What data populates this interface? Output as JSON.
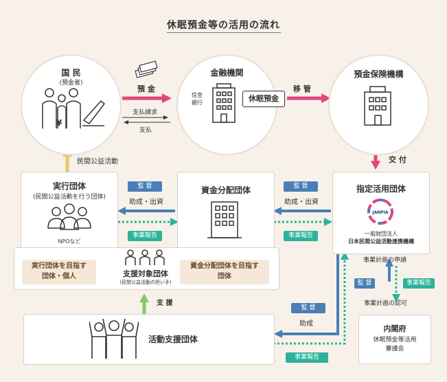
{
  "title": "休眠預金等の活用の流れ",
  "citizens": {
    "name": "国 民",
    "sub": "(預金者)"
  },
  "financial": {
    "name": "金融機関",
    "branch": "信金 銀行",
    "dormant_label": "休眠預金"
  },
  "dic": {
    "name": "預金保険機構"
  },
  "designated": {
    "name": "指定活用団体",
    "org_line1": "一般財団法人",
    "org_line2": "日本民間公益活動連携機構",
    "logo_text": "JANPIA"
  },
  "distribution": {
    "name": "資金分配団体"
  },
  "executor": {
    "name": "実行団体",
    "sub": "(民間公益活動を行う団体)",
    "npo": "NPOなど"
  },
  "support_target": {
    "name": "支援対象団体",
    "sub": "(民間公益活動の担い手)",
    "left_goal": "実行団体を目指す\n団体・個人",
    "right_goal": "資金分配団体を目指す\n団体"
  },
  "activity_support": {
    "name": "活動支援団体"
  },
  "cabinet": {
    "name": "内閣府",
    "sub": "休眠預金等活用\n審議会"
  },
  "arrows": {
    "deposit": "預 金",
    "withdraw_request": "支払請求",
    "payout": "支払",
    "transfer": "移 管",
    "grant": "交 付",
    "civic_activity": "民間公益活動",
    "support": "支 援",
    "supervise": "監 督",
    "subsidy_investment": "助成・出資",
    "report": "事業報告",
    "plan_application": "事業計画の申請",
    "plan_approval": "事業計画の認可",
    "subsidy": "助成"
  },
  "colors": {
    "pink": "#e0457b",
    "green": "#8cc56b",
    "blue": "#4a7fb7",
    "teal": "#2bb39a",
    "bg": "#f7f1ea"
  }
}
